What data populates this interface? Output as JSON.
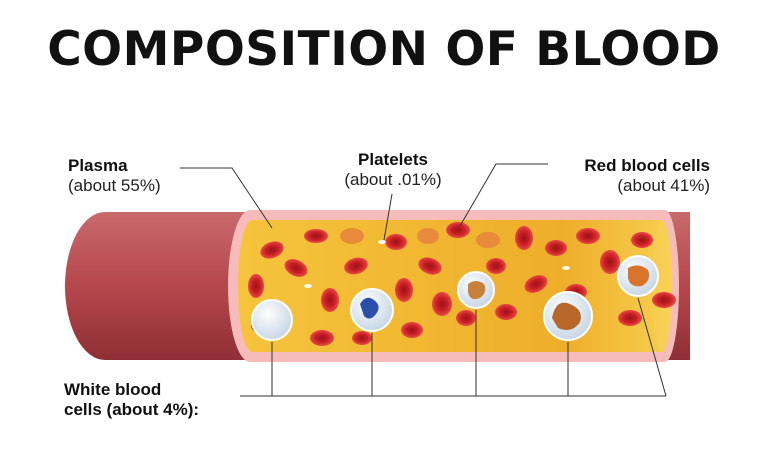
{
  "title": "COMPOSITION OF BLOOD",
  "labels": {
    "plasma": {
      "name": "Plasma",
      "amount": "(about 55%)"
    },
    "platelets": {
      "name": "Platelets",
      "amount": "(about .01%)"
    },
    "red_cells": {
      "name": "Red blood cells",
      "amount": "(about 41%)"
    },
    "white_cells": {
      "line1": "White blood",
      "line2": "cells (about 4%):"
    }
  },
  "colors": {
    "vessel_wall": "#f4b8b8",
    "vessel_outer": "#b5474c",
    "plasma": "#f2b630",
    "red_cell": "#d4252a",
    "white_cell": "#e6eef6"
  }
}
